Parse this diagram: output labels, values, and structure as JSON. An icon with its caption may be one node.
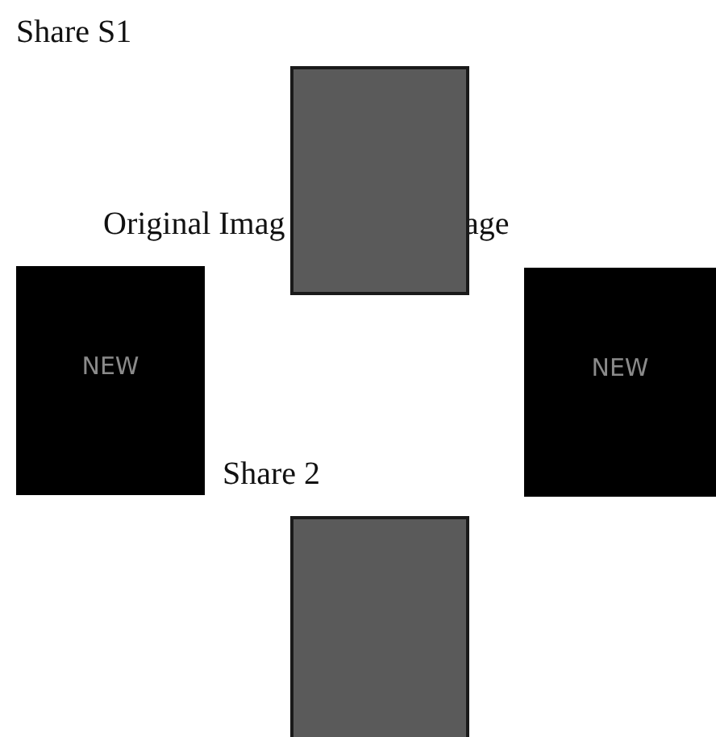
{
  "diagram": {
    "nodes": [
      {
        "text": [],
        "shape": "box"
      },
      {
        "text": [
          "NEW"
        ]
      },
      {
        "text": [
          "NEW"
        ]
      },
      {
        "text": [],
        "shape": "box"
      }
    ],
    "labels": [
      "Share S1",
      "Original Imag",
      "age",
      "Share 2"
    ]
  }
}
